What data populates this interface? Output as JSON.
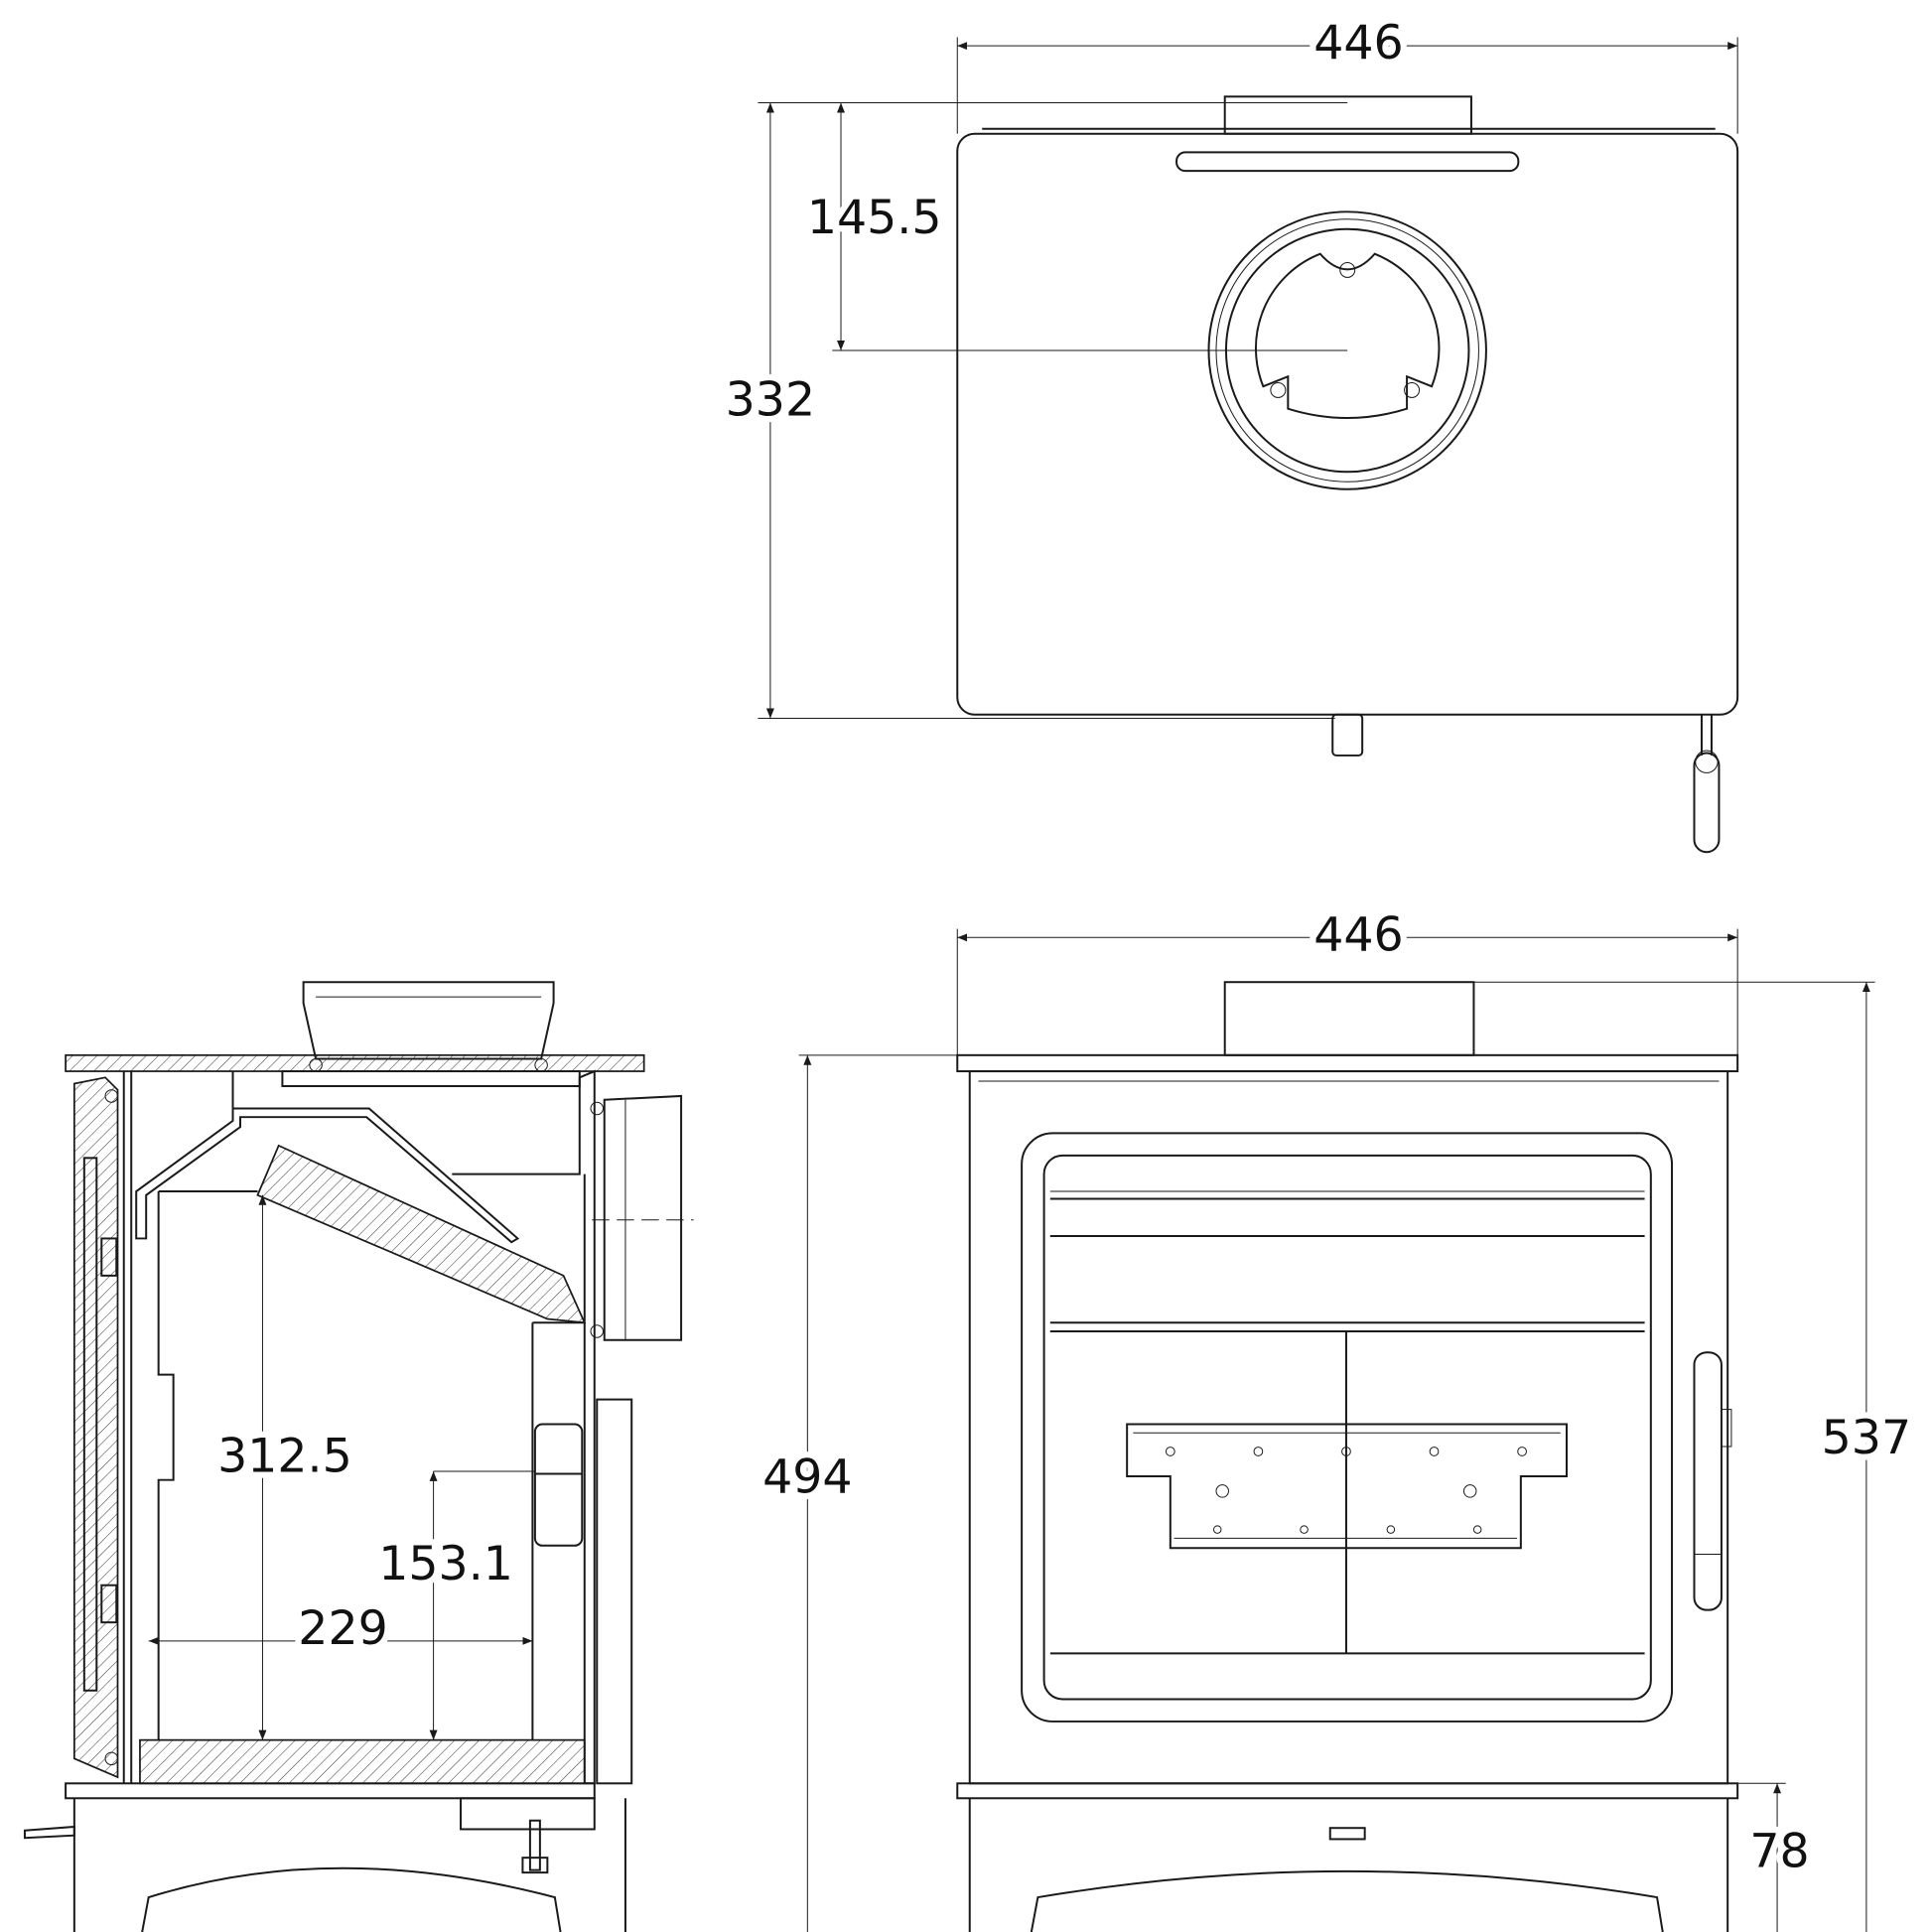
{
  "top_view": {
    "width_label": "446",
    "depth_label": "332",
    "flue_offset_label": "145.5"
  },
  "front_view": {
    "width_label": "446",
    "total_height_label": "537",
    "body_height_label": "494",
    "leg_height_label": "78"
  },
  "side_section": {
    "firebox_height_label": "312.5",
    "air_inlet_height_label": "153.1",
    "firebox_depth_label": "229"
  },
  "colors": {
    "line": "#1a1a1a",
    "background": "#ffffff"
  }
}
